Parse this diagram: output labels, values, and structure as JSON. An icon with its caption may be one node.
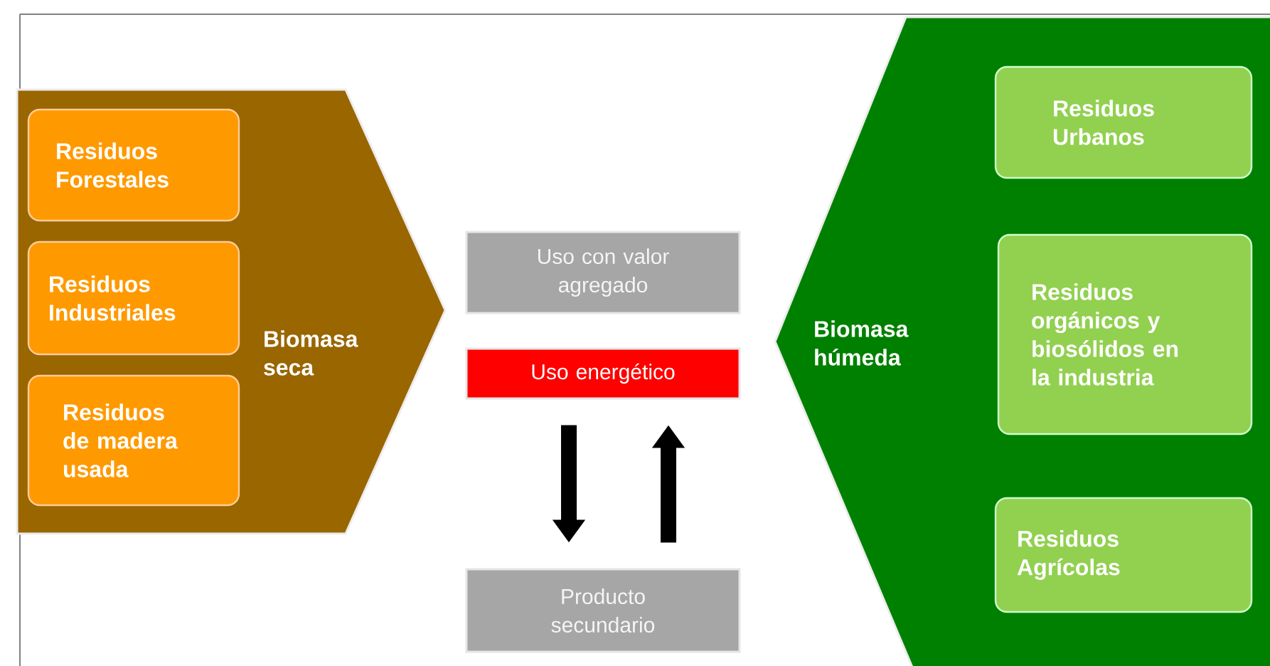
{
  "diagram": {
    "nodes": [
      {
        "text": [
          "Biomasa seca"
        ]
      },
      {
        "text": [
          "Residuos Forestales"
        ],
        "in": 0
      },
      {
        "text": [
          "Residuos Industriales"
        ],
        "in": 0
      },
      {
        "text": [
          "Residuos de madera usada"
        ],
        "in": 0
      },
      {
        "text": [
          "Biomasa húmeda"
        ]
      },
      {
        "text": [
          "Residuos Urbanos"
        ],
        "in": 4
      },
      {
        "text": [
          "Residuos orgánicos y biosólidos en la industria"
        ],
        "in": 4
      },
      {
        "text": [
          "Residuos Agrícolas"
        ],
        "in": 4
      },
      {
        "text": [
          "Uso con valor agregado"
        ]
      },
      {
        "text": [
          "Uso energético"
        ]
      },
      {
        "text": [
          "Producto secundario"
        ]
      }
    ],
    "edges": [
      {
        "from": 9,
        "to": 10,
        "arrow": "to"
      },
      {
        "from": 10,
        "to": 9,
        "arrow": "to"
      }
    ]
  }
}
